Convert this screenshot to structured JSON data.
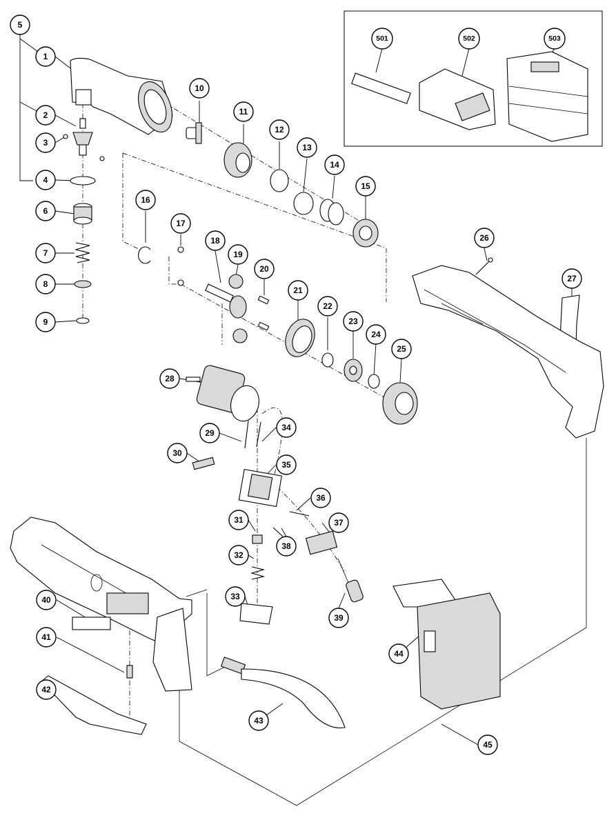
{
  "callouts": [
    {
      "id": "1",
      "label": "1"
    },
    {
      "id": "2",
      "label": "2"
    },
    {
      "id": "3",
      "label": "3"
    },
    {
      "id": "4",
      "label": "4"
    },
    {
      "id": "5",
      "label": "5"
    },
    {
      "id": "6",
      "label": "6"
    },
    {
      "id": "7",
      "label": "7"
    },
    {
      "id": "8",
      "label": "8"
    },
    {
      "id": "9",
      "label": "9"
    },
    {
      "id": "10",
      "label": "10"
    },
    {
      "id": "11",
      "label": "11"
    },
    {
      "id": "12",
      "label": "12"
    },
    {
      "id": "13",
      "label": "13"
    },
    {
      "id": "14",
      "label": "14"
    },
    {
      "id": "15",
      "label": "15"
    },
    {
      "id": "16",
      "label": "16"
    },
    {
      "id": "17",
      "label": "17"
    },
    {
      "id": "18",
      "label": "18"
    },
    {
      "id": "19",
      "label": "19"
    },
    {
      "id": "20",
      "label": "20"
    },
    {
      "id": "21",
      "label": "21"
    },
    {
      "id": "22",
      "label": "22"
    },
    {
      "id": "23",
      "label": "23"
    },
    {
      "id": "24",
      "label": "24"
    },
    {
      "id": "25",
      "label": "25"
    },
    {
      "id": "26",
      "label": "26"
    },
    {
      "id": "27",
      "label": "27"
    },
    {
      "id": "28",
      "label": "28"
    },
    {
      "id": "29",
      "label": "29"
    },
    {
      "id": "30",
      "label": "30"
    },
    {
      "id": "31",
      "label": "31"
    },
    {
      "id": "32",
      "label": "32"
    },
    {
      "id": "33",
      "label": "33"
    },
    {
      "id": "34",
      "label": "34"
    },
    {
      "id": "35",
      "label": "35"
    },
    {
      "id": "36",
      "label": "36"
    },
    {
      "id": "37",
      "label": "37"
    },
    {
      "id": "38",
      "label": "38"
    },
    {
      "id": "39",
      "label": "39"
    },
    {
      "id": "40",
      "label": "40"
    },
    {
      "id": "41",
      "label": "41"
    },
    {
      "id": "42",
      "label": "42"
    },
    {
      "id": "43",
      "label": "43"
    },
    {
      "id": "44",
      "label": "44"
    },
    {
      "id": "45",
      "label": "45"
    },
    {
      "id": "501",
      "label": "501"
    },
    {
      "id": "502",
      "label": "502"
    },
    {
      "id": "503",
      "label": "503"
    }
  ]
}
